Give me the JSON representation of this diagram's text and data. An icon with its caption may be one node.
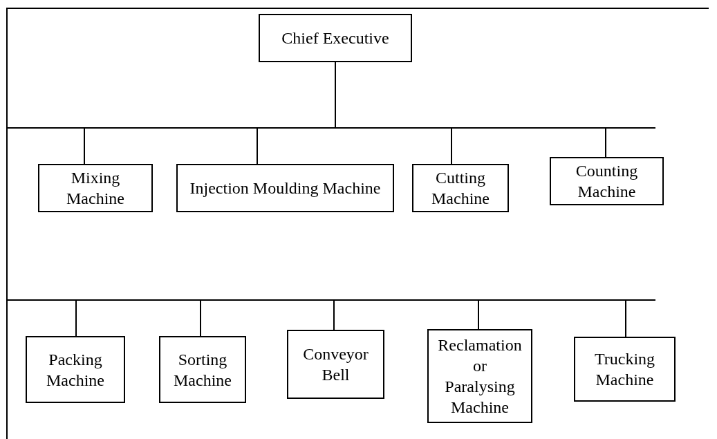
{
  "diagram": {
    "nodes": [
      {
        "text": [
          "Chief Executive"
        ]
      },
      {
        "text": [],
        "shape": "bar"
      },
      {
        "text": [
          "Mixing Machine"
        ]
      },
      {
        "text": [
          "Injection Moulding Machine"
        ]
      },
      {
        "text": [
          "Cutting Machine"
        ]
      },
      {
        "text": [
          "Counting Machine"
        ]
      },
      {
        "text": [],
        "shape": "bar"
      },
      {
        "text": [
          "Packing Machine"
        ]
      },
      {
        "text": [
          "Sorting Machine"
        ]
      },
      {
        "text": [
          "Conveyor Bell"
        ]
      },
      {
        "text": [
          "Reclamation or Paralysing Machine"
        ]
      },
      {
        "text": [
          "Trucking Machine"
        ]
      }
    ],
    "edges": [
      {
        "from": 0,
        "to": 1,
        "arrow": "none"
      },
      {
        "from": 1,
        "to": 2,
        "arrow": "none"
      },
      {
        "from": 1,
        "to": 3,
        "arrow": "none"
      },
      {
        "from": 1,
        "to": 4,
        "arrow": "none"
      },
      {
        "from": 1,
        "to": 5,
        "arrow": "none"
      },
      {
        "from": 6,
        "to": 7,
        "arrow": "none"
      },
      {
        "from": 6,
        "to": 8,
        "arrow": "none"
      },
      {
        "from": 6,
        "to": 9,
        "arrow": "none"
      },
      {
        "from": 6,
        "to": 10,
        "arrow": "none"
      },
      {
        "from": 6,
        "to": 11,
        "arrow": "none"
      }
    ]
  }
}
